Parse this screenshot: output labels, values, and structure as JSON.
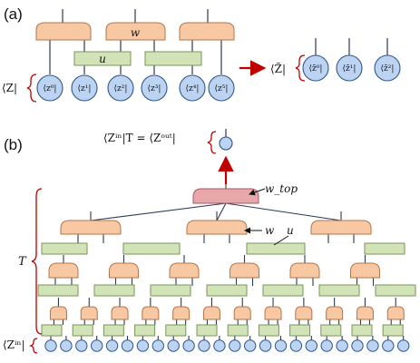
{
  "panel_a": {
    "label": "(a)",
    "w_label": "w",
    "u_label": "u",
    "bra_label": "⟨Z|",
    "sites": [
      "⟨z⁰|",
      "⟨z¹|",
      "⟨z²|",
      "⟨z³|",
      "⟨z⁴|",
      "⟨z⁵|"
    ],
    "coarse_bra_label": "⟨Z̃|",
    "coarse_sites": [
      "⟨z̃⁰|",
      "⟨z̃¹|",
      "⟨z̃²|"
    ]
  },
  "panel_b": {
    "label": "(b)",
    "top_equation": "⟨Zⁱⁿ|T = ⟨Zᵒᵘᵗ|",
    "w_top_label": "w_top",
    "w_label": "w",
    "u_label": "u",
    "network_label": "T",
    "input_label": "⟨Zⁱⁿ|"
  },
  "colors": {
    "isometry_fill": "#f8c8a2",
    "isometry_stroke": "#b4744a",
    "top_isometry_fill": "#e7a7ab",
    "top_isometry_stroke": "#a45a61",
    "disentangler_fill": "#d2e3b8",
    "disentangler_stroke": "#7a955a",
    "site_fill": "#bcd4f2",
    "site_stroke": "#2f5788",
    "arrow_red": "#c00000",
    "line": "#2b3a55"
  }
}
